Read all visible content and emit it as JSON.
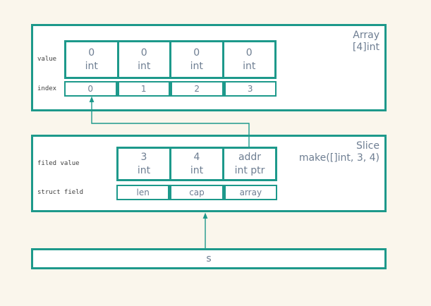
{
  "colors": {
    "background": "#faf6ec",
    "teal": "#1d998b",
    "text": "#6e7e92",
    "label": "#3e3e3e"
  },
  "array_box": {
    "title": "Array",
    "subtitle": "[4]int",
    "row_labels": {
      "value": "value",
      "index": "index"
    },
    "cells": [
      {
        "value": "0",
        "type": "int"
      },
      {
        "value": "0",
        "type": "int"
      },
      {
        "value": "0",
        "type": "int"
      },
      {
        "value": "0",
        "type": "int"
      }
    ],
    "indices": [
      "0",
      "1",
      "2",
      "3"
    ]
  },
  "slice_box": {
    "title": "Slice",
    "subtitle": "make([]int, 3, 4)",
    "row_labels": {
      "field_value": "filed value",
      "struct_field": "struct field"
    },
    "cells": [
      {
        "value": "3",
        "type": "int"
      },
      {
        "value": "4",
        "type": "int"
      },
      {
        "value": "addr",
        "type": "int ptr"
      }
    ],
    "fields": [
      "len",
      "cap",
      "array"
    ]
  },
  "variable_box": {
    "label": "s"
  }
}
